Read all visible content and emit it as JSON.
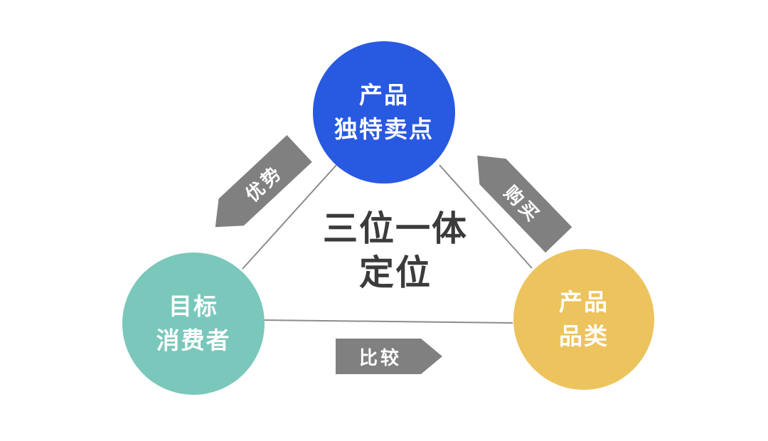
{
  "title": {
    "line1": "三位一体",
    "line2": "定位"
  },
  "nodes": {
    "usp": {
      "line1": "产品",
      "line2": "独特卖点",
      "color": "#2859E1"
    },
    "consumer": {
      "line1": "目标",
      "line2": "消费者",
      "color": "#79C8BB"
    },
    "category": {
      "line1": "产品",
      "line2": "品类",
      "color": "#EDC35E"
    }
  },
  "edges": {
    "advantage": {
      "label": "优势"
    },
    "purchase": {
      "label": "购买"
    },
    "compare": {
      "label": "比较"
    }
  },
  "colors": {
    "banner": "#808080",
    "line": "#8C8C8C",
    "title_text": "#3B3B3B",
    "node_text": "#FFFFFF",
    "background": "#FFFFFF"
  }
}
